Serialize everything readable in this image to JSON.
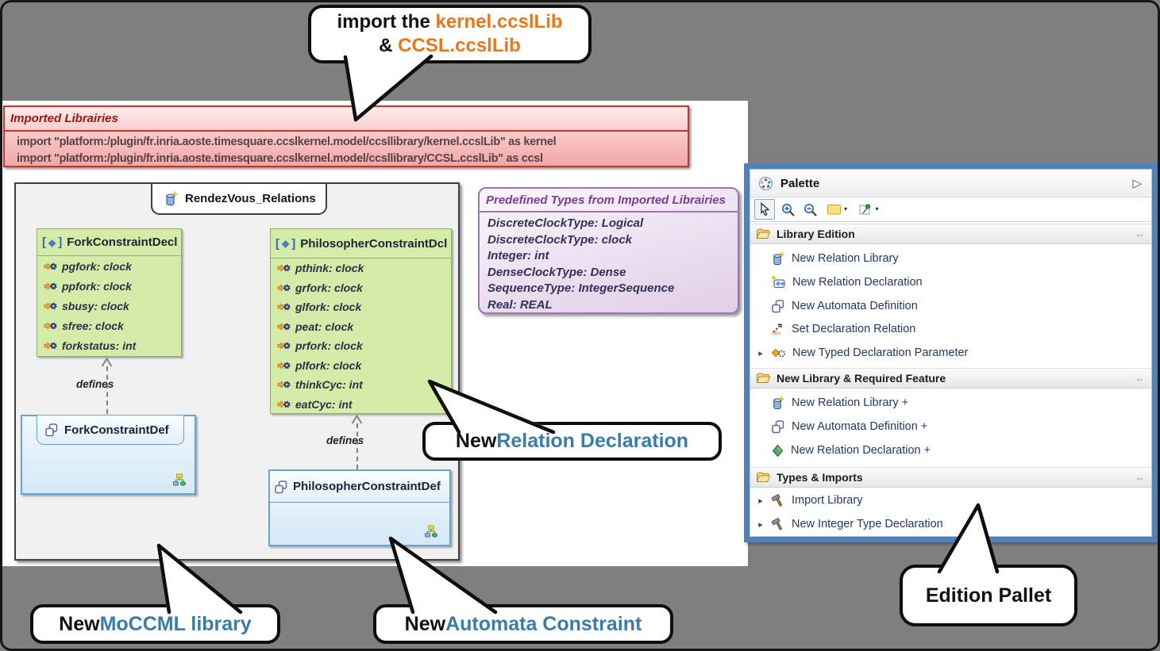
{
  "colors": {
    "accent_blue": "#4f81bd",
    "callout_highlight_blue": "#3a7ca8",
    "callout_orange": "#e8761a",
    "banner_red": "#c0392f",
    "class_green": "#d3eda8",
    "definition_blue": "#e0effa"
  },
  "callouts": {
    "import_note": {
      "bold": "import",
      "mid": " the ",
      "lib1": "kernel.ccslLib",
      "amp": "& ",
      "lib2": "CCSL.ccslLib"
    },
    "relation_declaration": {
      "prefix": "New ",
      "highlight": "Relation Declaration"
    },
    "moccml_library": {
      "prefix": "New ",
      "highlight": "MoCCML library"
    },
    "automata_constraint": {
      "prefix": "New ",
      "highlight": "Automata Constraint"
    },
    "edition_pallet": {
      "label": "Edition Pallet"
    }
  },
  "banner": {
    "title": "Imported Librairies",
    "lines": [
      "import \"platform:/plugin/fr.inria.aoste.timesquare.ccslkernel.model/ccsllibrary/kernel.ccslLib\" as kernel",
      "import \"platform:/plugin/fr.inria.aoste.timesquare.ccslkernel.model/ccsllibrary/CCSL.ccslLib\" as ccsl"
    ]
  },
  "diagram": {
    "package_tab": "RendezVous_Relations",
    "edge_label": "defines",
    "stereotype_open": "[",
    "stereotype_close": "]",
    "diamond_glyph": "◆",
    "classes": [
      {
        "name": "ForkConstraintDecl",
        "attributes": [
          "pgfork: clock",
          "ppfork: clock",
          "sbusy: clock",
          "sfree: clock",
          "forkstatus: int"
        ]
      },
      {
        "name": "PhilosopherConstraintDcl",
        "attributes": [
          "pthink: clock",
          "grfork: clock",
          "glfork: clock",
          "peat: clock",
          "prfork: clock",
          "plfork: clock",
          "thinkCyc: int",
          "eatCyc: int"
        ]
      }
    ],
    "definitions": [
      {
        "name": "ForkConstraintDef"
      },
      {
        "name": "PhilosopherConstraintDef"
      }
    ]
  },
  "predefined_types": {
    "title": "Predefined Types from Imported Librairies",
    "entries": [
      "DiscreteClockType: Logical",
      "DiscreteClockType: clock",
      "Integer: int",
      "DenseClockType: Dense",
      "SequenceType: IntegerSequence",
      "Real: REAL"
    ]
  },
  "palette": {
    "title": "Palette",
    "glyphs": {
      "collapse": "▷",
      "pin": "⇔",
      "expander": "▸",
      "dropdown": "▾"
    },
    "toolbar": [
      {
        "icon": "select-cursor-icon"
      },
      {
        "icon": "zoom-in-icon"
      },
      {
        "icon": "zoom-out-icon"
      },
      {
        "icon": "note-icon"
      },
      {
        "icon": "pin-note-icon"
      }
    ],
    "sections": [
      {
        "label": "Library Edition",
        "items": [
          {
            "label": "New Relation Library",
            "icon": "relation-library-icon"
          },
          {
            "label": "New Relation Declaration",
            "icon": "relation-declaration-icon"
          },
          {
            "label": "New Automata Definition",
            "icon": "automata-definition-icon"
          },
          {
            "label": "Set Declaration Relation",
            "icon": "set-declaration-relation-icon"
          },
          {
            "label": "New Typed Declaration Parameter",
            "icon": "typed-declaration-parameter-icon"
          }
        ]
      },
      {
        "label": "New Library & Required Feature",
        "items": [
          {
            "label": "New Relation Library +",
            "icon": "relation-library-icon"
          },
          {
            "label": "New Automata Definition +",
            "icon": "automata-definition-icon"
          },
          {
            "label": "New Relation Declaration +",
            "icon": "green-diamond-icon"
          }
        ]
      },
      {
        "label": "Types & Imports",
        "items": [
          {
            "label": "Import Library",
            "icon": "hammer-icon"
          },
          {
            "label": "New Integer Type Declaration",
            "icon": "hammer-icon"
          }
        ]
      }
    ]
  }
}
